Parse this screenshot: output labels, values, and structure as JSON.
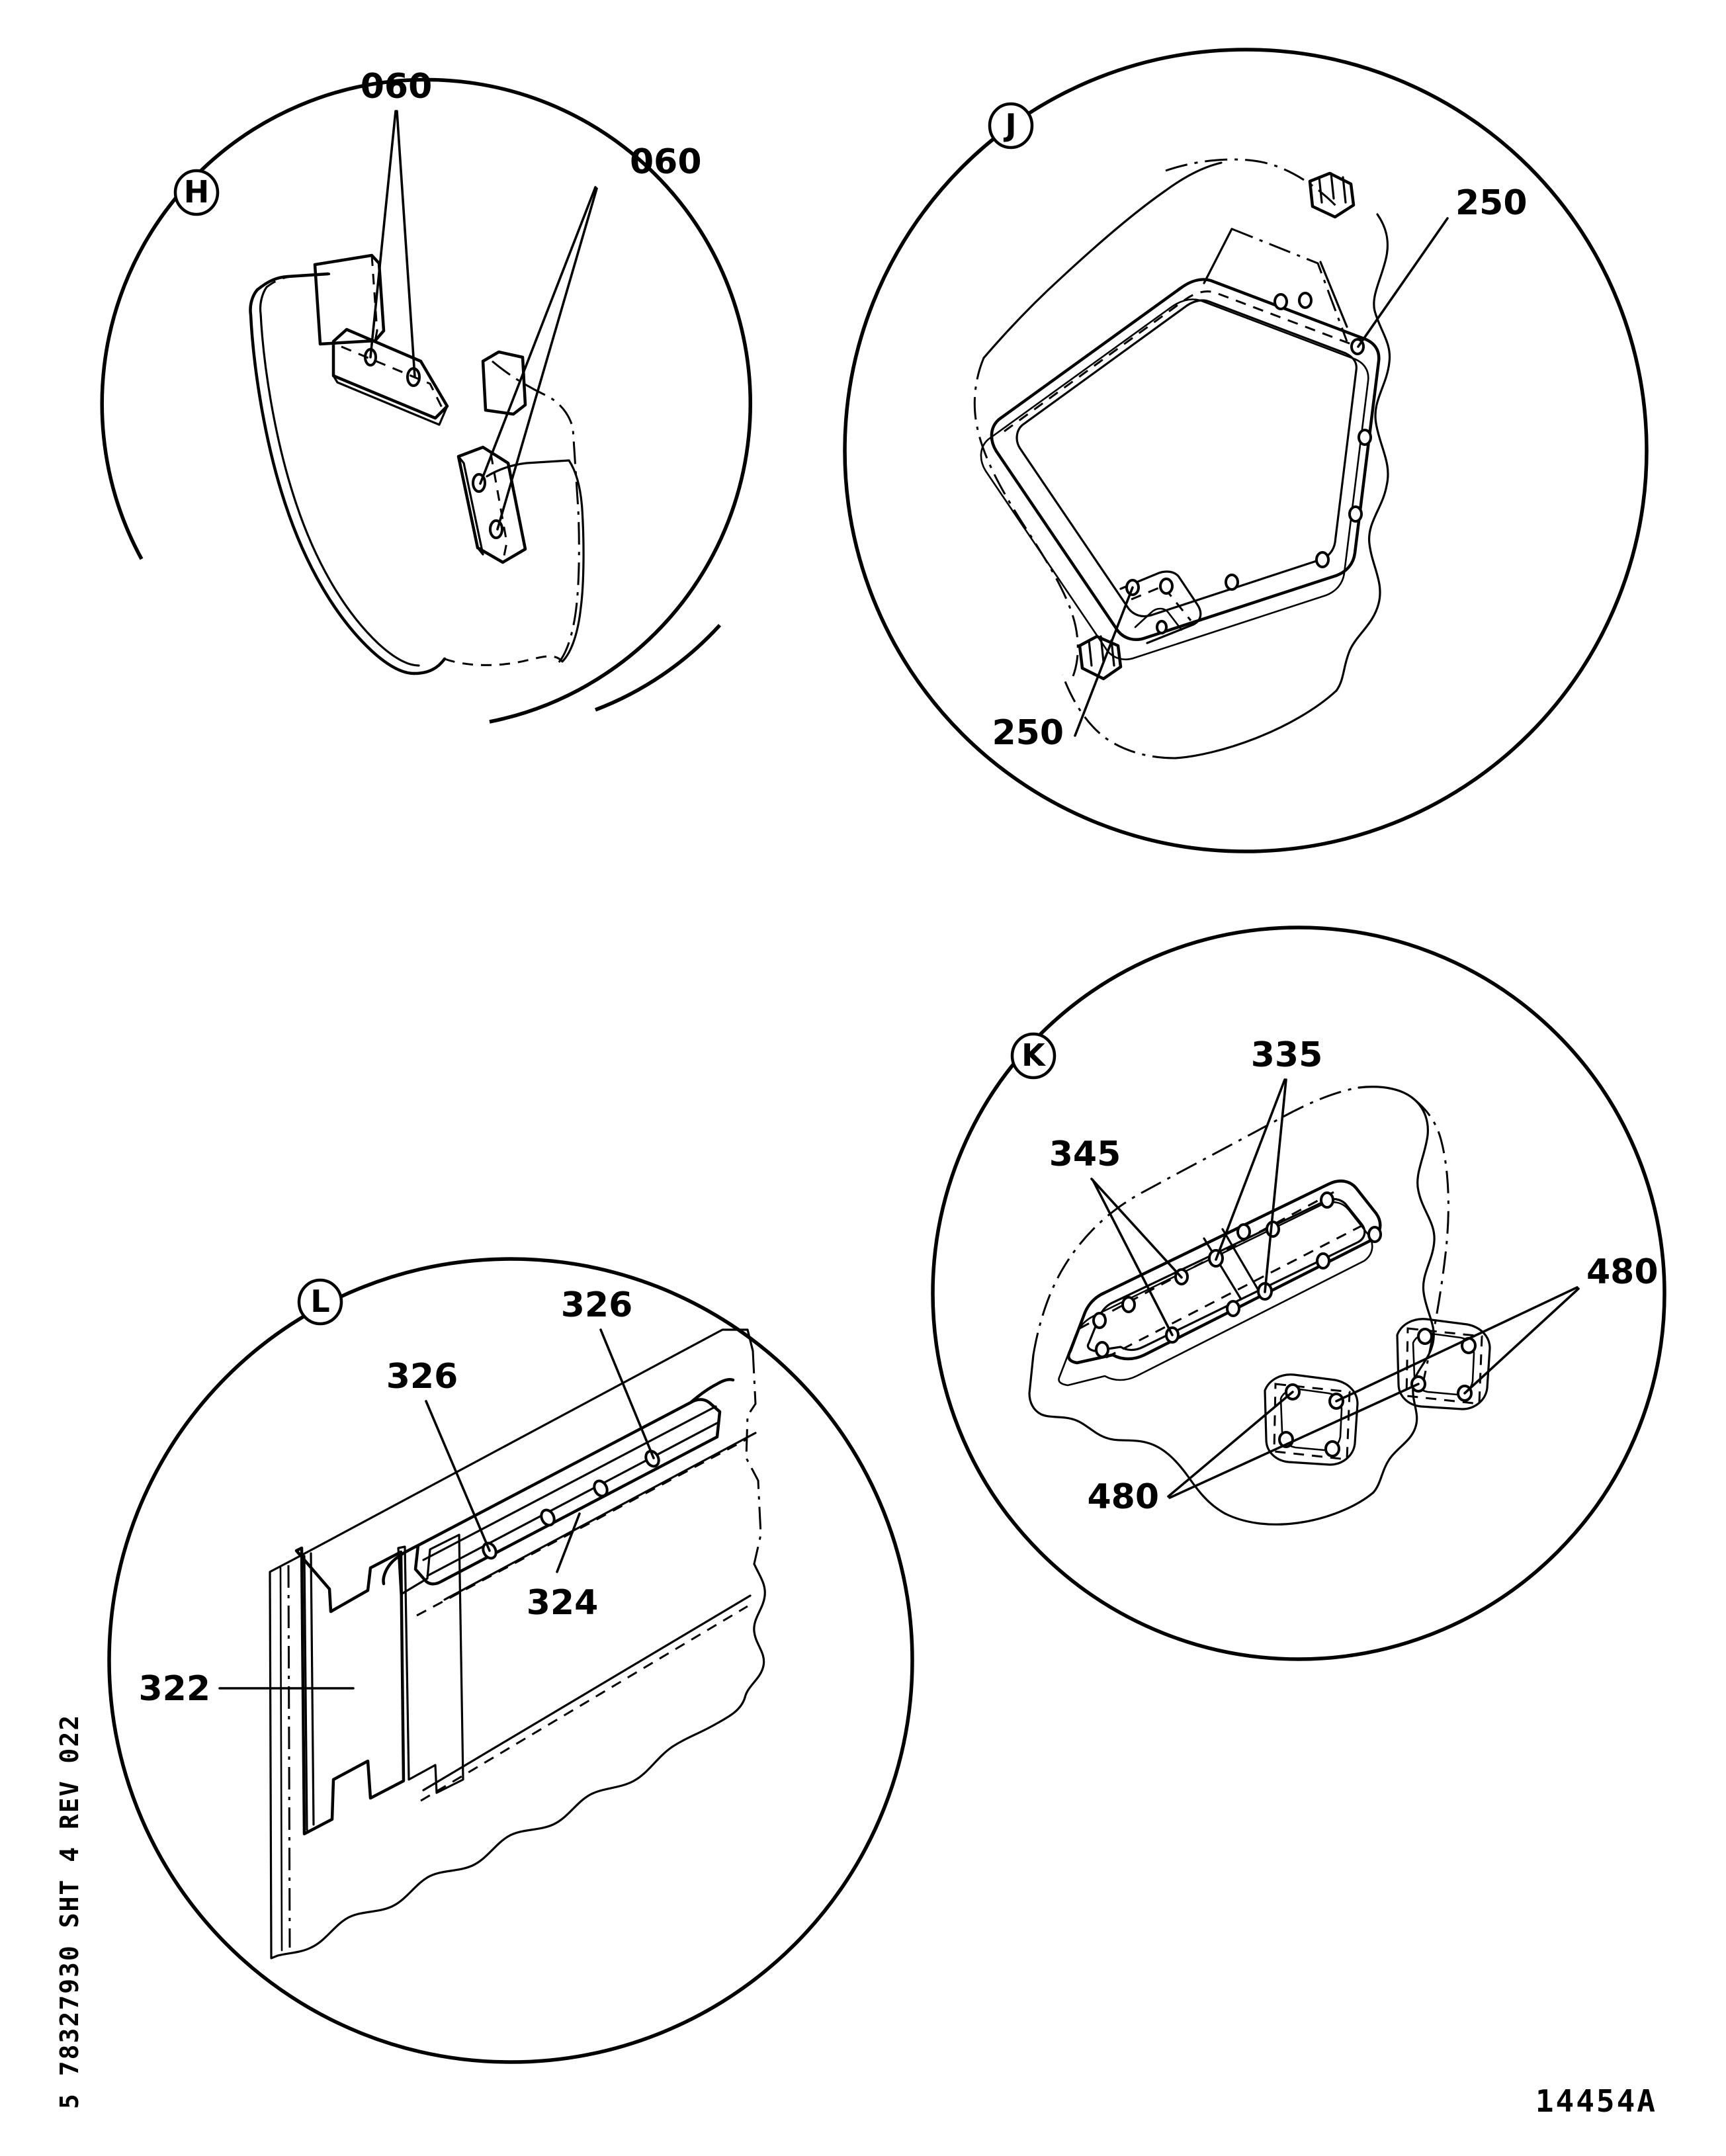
{
  "sheet": {
    "margin_note": "5 78327930  SHT  4 REV 022",
    "drawing_number": "14454A",
    "background_color": "#ffffff",
    "line_color": "#000000"
  },
  "details": [
    {
      "id": "H",
      "bubble_label": "H",
      "description": "mud-flap / splash-shield bracket detail with fasteners",
      "callouts": [
        {
          "part_number": "060",
          "label": "060",
          "position": "upper-center",
          "leader_count": 2
        },
        {
          "part_number": "060",
          "label": "060",
          "position": "right",
          "leader_count": 2
        }
      ]
    },
    {
      "id": "J",
      "bubble_label": "J",
      "description": "oil pan / cover gasket frame detail with retaining clips",
      "callouts": [
        {
          "part_number": "250",
          "label": "250",
          "position": "upper-right",
          "leader_count": 1
        },
        {
          "part_number": "250",
          "label": "250",
          "position": "lower-left",
          "leader_count": 1
        }
      ]
    },
    {
      "id": "K",
      "bubble_label": "K",
      "description": "side cover plate gasket detail with bolts and plugs",
      "callouts": [
        {
          "part_number": "335",
          "label": "335",
          "position": "top-center",
          "leader_count": 2
        },
        {
          "part_number": "345",
          "label": "345",
          "position": "upper-left",
          "leader_count": 2
        },
        {
          "part_number": "480",
          "label": "480",
          "position": "right",
          "leader_count": 2
        },
        {
          "part_number": "480",
          "label": "480",
          "position": "bottom-left",
          "leader_count": 2
        }
      ]
    },
    {
      "id": "L",
      "bubble_label": "L",
      "description": "panel / closure plate detail with mounting strip",
      "callouts": [
        {
          "part_number": "326",
          "label": "326",
          "position": "top-right",
          "leader_count": 1
        },
        {
          "part_number": "326",
          "label": "326",
          "position": "center-left",
          "leader_count": 1
        },
        {
          "part_number": "324",
          "label": "324",
          "position": "center-right",
          "leader_count": 1
        },
        {
          "part_number": "322",
          "label": "322",
          "position": "left",
          "leader_count": 1
        }
      ]
    }
  ],
  "labels": {
    "h_060_top": "060",
    "h_060_right": "060",
    "h_bubble": "H",
    "j_250_top": "250",
    "j_250_bottom": "250",
    "j_bubble": "J",
    "k_335": "335",
    "k_345": "345",
    "k_480_right": "480",
    "k_480_bottom": "480",
    "k_bubble": "K",
    "l_326_top": "326",
    "l_326_mid": "326",
    "l_324": "324",
    "l_322": "322",
    "l_bubble": "L"
  }
}
